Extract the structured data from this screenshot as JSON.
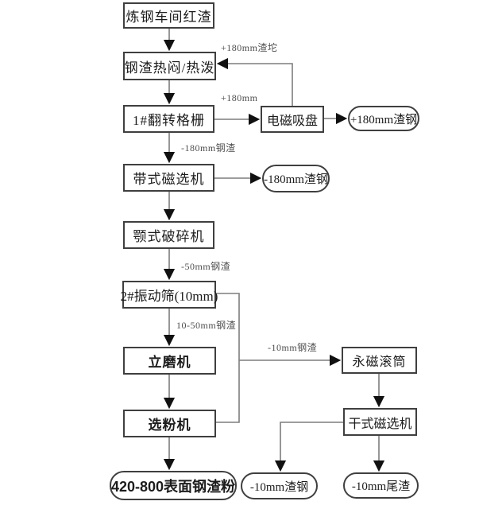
{
  "diagram": {
    "type": "flowchart",
    "subject": "steel-slag-processing-flow",
    "colors": {
      "background": "#ffffff",
      "box_border": "#3f3f3f",
      "line": "#7d7d7d",
      "arrowhead": "#111111",
      "text": "#1c1c1c",
      "edge_label_text": "#4d4d4d"
    },
    "nodes": {
      "red_slag": {
        "label": "炼钢车间红渣",
        "shape": "rect"
      },
      "hot_stew": {
        "label": "钢渣热闷/热泼",
        "shape": "rect"
      },
      "flip_grid": {
        "label": "1#翻转格栅",
        "shape": "rect"
      },
      "em_chuck": {
        "label": "电磁吸盘",
        "shape": "rect"
      },
      "plus180_steel": {
        "label": "+180mm渣钢",
        "shape": "oval"
      },
      "belt_mag": {
        "label": "带式磁选机",
        "shape": "rect"
      },
      "minus180_steel": {
        "label": "-180mm渣钢",
        "shape": "oval"
      },
      "jaw_crusher": {
        "label": "颚式破碎机",
        "shape": "rect"
      },
      "vib_screen": {
        "label": "2#振动筛(10mm)",
        "shape": "rect"
      },
      "vertical_mill": {
        "label": "立磨机",
        "shape": "rect",
        "emphasis": "bold"
      },
      "powder_sep": {
        "label": "选粉机",
        "shape": "rect",
        "emphasis": "bold"
      },
      "product": {
        "label": "420-800表面钢渣粉",
        "shape": "oval",
        "emphasis": "bold"
      },
      "perm_mag_drum": {
        "label": "永磁滚筒",
        "shape": "rect"
      },
      "dry_mag": {
        "label": "干式磁选机",
        "shape": "rect"
      },
      "minus10_steel": {
        "label": "-10mm渣钢",
        "shape": "oval"
      },
      "minus10_tail": {
        "label": "-10mm尾渣",
        "shape": "oval"
      }
    },
    "edge_labels": {
      "return_to_stew": "+180mm渣坨",
      "grid_to_chuck": "+180mm",
      "grid_down": "-180mm钢渣",
      "crusher_down": "-50mm钢渣",
      "screen_down": "10-50mm钢渣",
      "to_perm_drum": "-10mm钢渣"
    },
    "edges": [
      {
        "from": "red_slag",
        "to": "hot_stew"
      },
      {
        "from": "hot_stew",
        "to": "flip_grid"
      },
      {
        "from": "flip_grid",
        "to": "belt_mag",
        "label": "-180mm钢渣"
      },
      {
        "from": "flip_grid",
        "to": "em_chuck",
        "label": "+180mm"
      },
      {
        "from": "em_chuck",
        "to": "plus180_steel"
      },
      {
        "from": "em_chuck",
        "to": "hot_stew",
        "label": "+180mm渣坨"
      },
      {
        "from": "belt_mag",
        "to": "minus180_steel"
      },
      {
        "from": "belt_mag",
        "to": "jaw_crusher"
      },
      {
        "from": "jaw_crusher",
        "to": "vib_screen",
        "label": "-50mm钢渣"
      },
      {
        "from": "vib_screen",
        "to": "vertical_mill",
        "label": "10-50mm钢渣"
      },
      {
        "from": "vib_screen",
        "to": "perm_mag_drum",
        "label": "-10mm钢渣"
      },
      {
        "from": "vertical_mill",
        "to": "powder_sep"
      },
      {
        "from": "powder_sep",
        "to": "perm_mag_drum"
      },
      {
        "from": "powder_sep",
        "to": "product"
      },
      {
        "from": "perm_mag_drum",
        "to": "dry_mag"
      },
      {
        "from": "dry_mag",
        "to": "minus10_steel"
      },
      {
        "from": "dry_mag",
        "to": "minus10_tail"
      }
    ]
  }
}
